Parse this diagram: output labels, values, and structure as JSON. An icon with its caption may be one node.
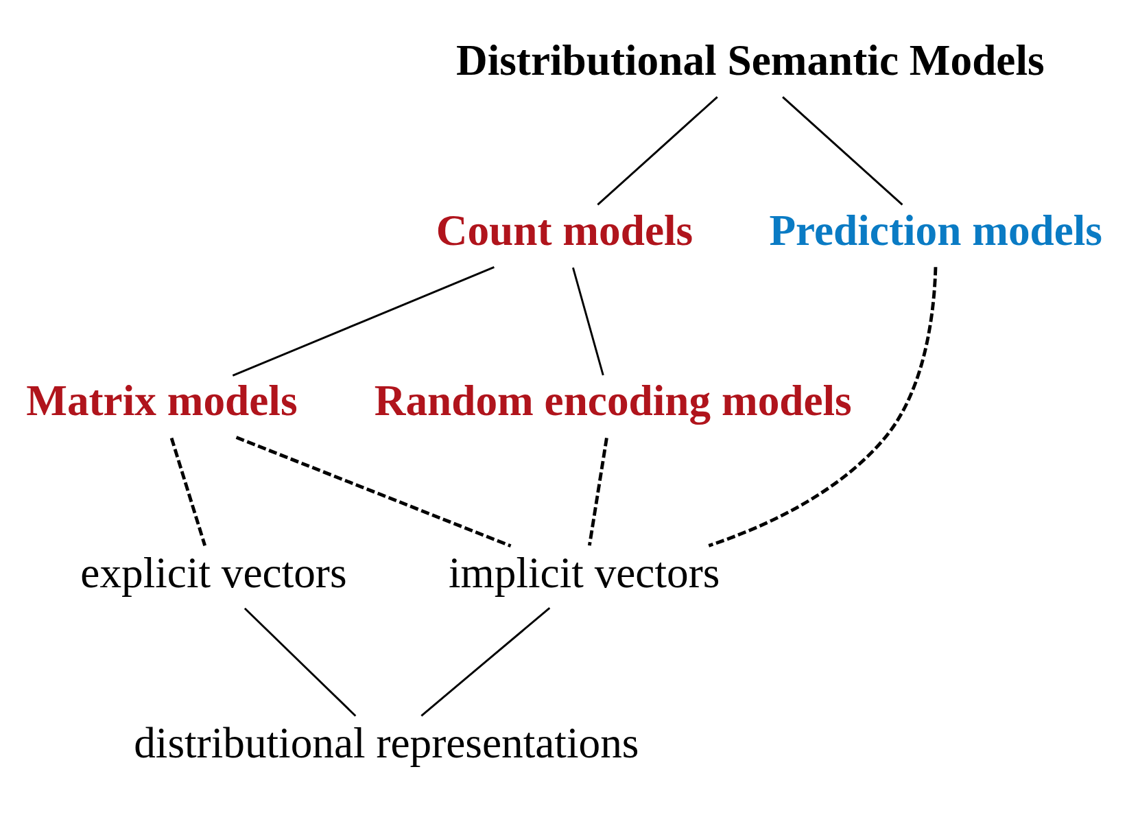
{
  "diagram": {
    "nodes": [
      {
        "text": [
          "Distributional Semantic Models"
        ]
      },
      {
        "text": [
          "Count models"
        ]
      },
      {
        "text": [
          "Prediction models"
        ]
      },
      {
        "text": [
          "Matrix models"
        ]
      },
      {
        "text": [
          "Random encoding models"
        ]
      },
      {
        "text": [
          "explicit vectors"
        ]
      },
      {
        "text": [
          "implicit vectors"
        ]
      },
      {
        "text": [
          "distributional representations"
        ]
      }
    ],
    "edges": [
      {
        "from": 0,
        "to": 1,
        "arrow": "none"
      },
      {
        "from": 0,
        "to": 2,
        "arrow": "none"
      },
      {
        "from": 1,
        "to": 3,
        "arrow": "none"
      },
      {
        "from": 1,
        "to": 4,
        "arrow": "none"
      },
      {
        "from": 3,
        "to": 5,
        "arrow": "none",
        "style": "dashed"
      },
      {
        "from": 3,
        "to": 6,
        "arrow": "none",
        "style": "dashed"
      },
      {
        "from": 4,
        "to": 6,
        "arrow": "none",
        "style": "dashed"
      },
      {
        "from": 2,
        "to": 6,
        "arrow": "none",
        "style": "dashed"
      },
      {
        "from": 5,
        "to": 7,
        "arrow": "none"
      },
      {
        "from": 6,
        "to": 7,
        "arrow": "none"
      }
    ]
  }
}
